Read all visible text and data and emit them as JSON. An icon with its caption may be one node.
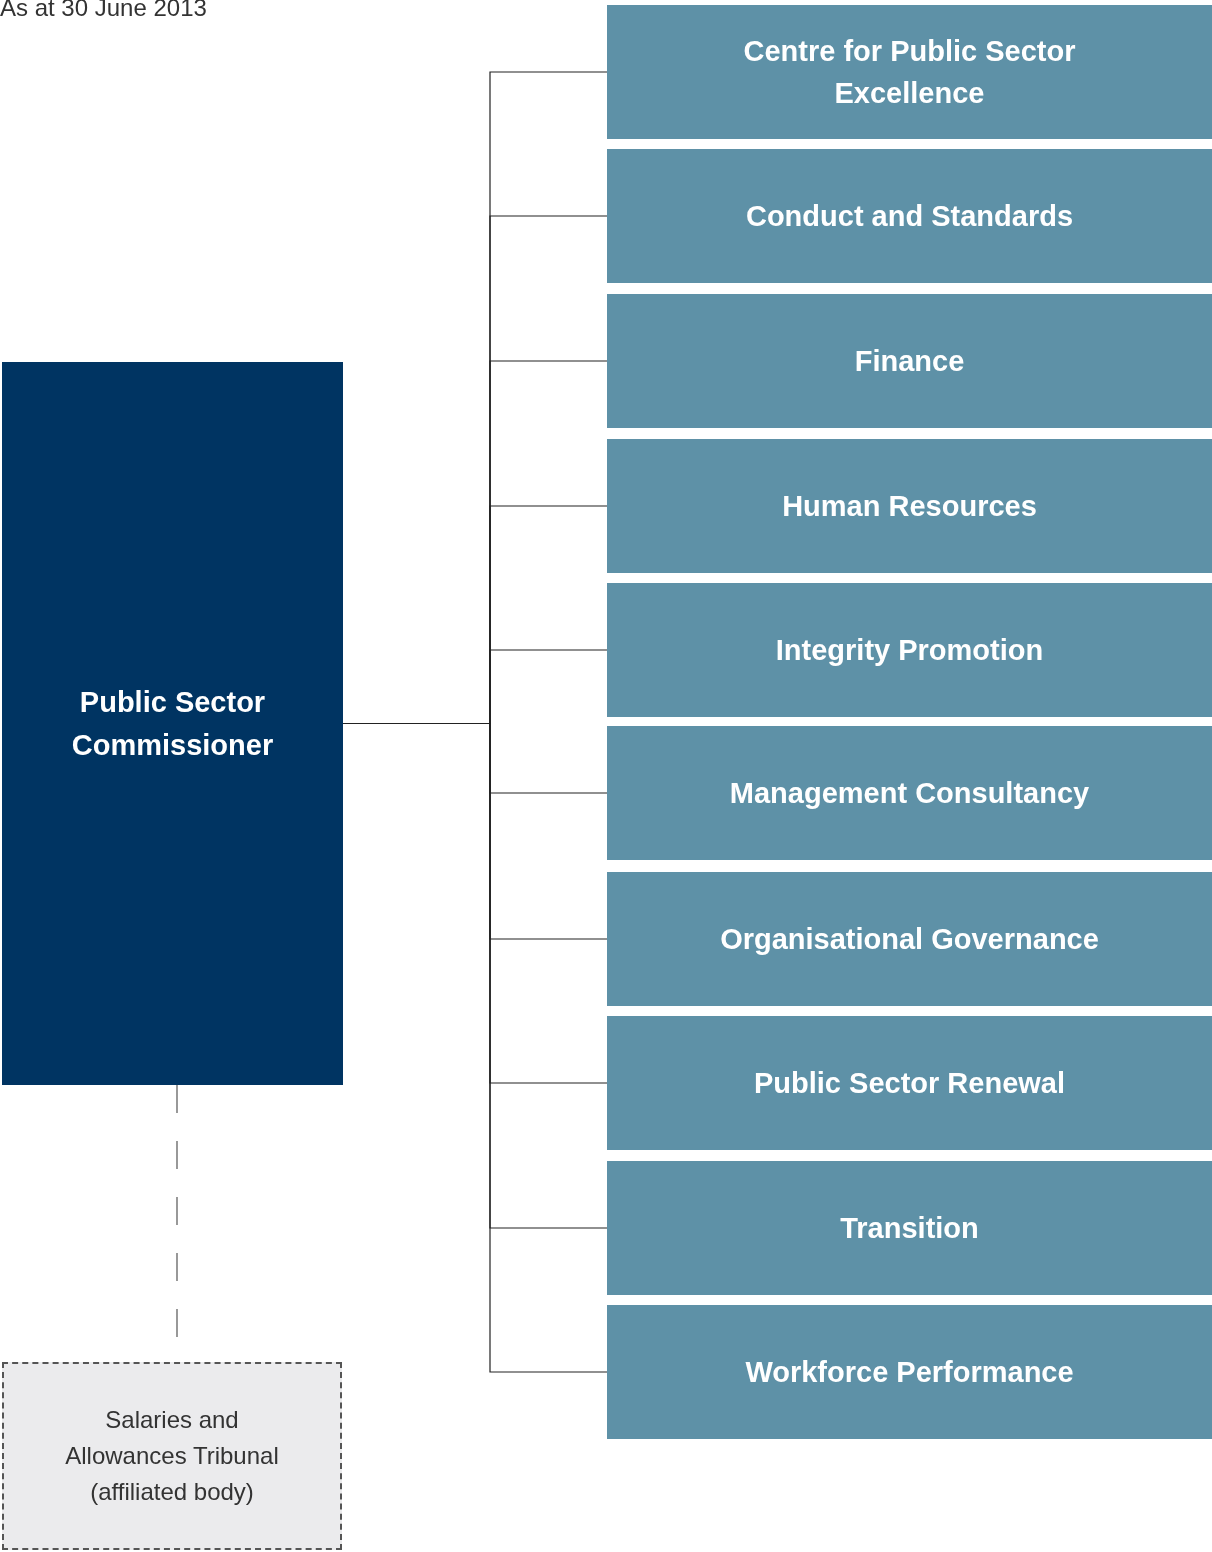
{
  "diagram": {
    "title": "As at 30 June 2013",
    "nodes": [
      {
        "text": [
          "Public Sector Commissioner"
        ]
      },
      {
        "text": [
          "Centre for Public Sector Excellence"
        ]
      },
      {
        "text": [
          "Conduct and Standards"
        ]
      },
      {
        "text": [
          "Finance"
        ]
      },
      {
        "text": [
          "Human Resources"
        ]
      },
      {
        "text": [
          "Integrity Promotion"
        ]
      },
      {
        "text": [
          "Management Consultancy"
        ]
      },
      {
        "text": [
          "Organisational Governance"
        ]
      },
      {
        "text": [
          "Public Sector Renewal"
        ]
      },
      {
        "text": [
          "Transition"
        ]
      },
      {
        "text": [
          "Workforce Performance"
        ]
      },
      {
        "text": [
          "Salaries and Allowances Tribunal (affiliated body)"
        ]
      }
    ],
    "edges": [
      {
        "from": 0,
        "to": 1,
        "arrow": "none"
      },
      {
        "from": 0,
        "to": 2,
        "arrow": "none"
      },
      {
        "from": 0,
        "to": 3,
        "arrow": "none"
      },
      {
        "from": 0,
        "to": 4,
        "arrow": "none"
      },
      {
        "from": 0,
        "to": 5,
        "arrow": "none"
      },
      {
        "from": 0,
        "to": 6,
        "arrow": "none"
      },
      {
        "from": 0,
        "to": 7,
        "arrow": "none"
      },
      {
        "from": 0,
        "to": 8,
        "arrow": "none"
      },
      {
        "from": 0,
        "to": 9,
        "arrow": "none"
      },
      {
        "from": 0,
        "to": 10,
        "arrow": "none"
      },
      {
        "from": 0,
        "to": 11,
        "arrow": "none",
        "style": "dashed",
        "color": "#555555"
      }
    ]
  }
}
